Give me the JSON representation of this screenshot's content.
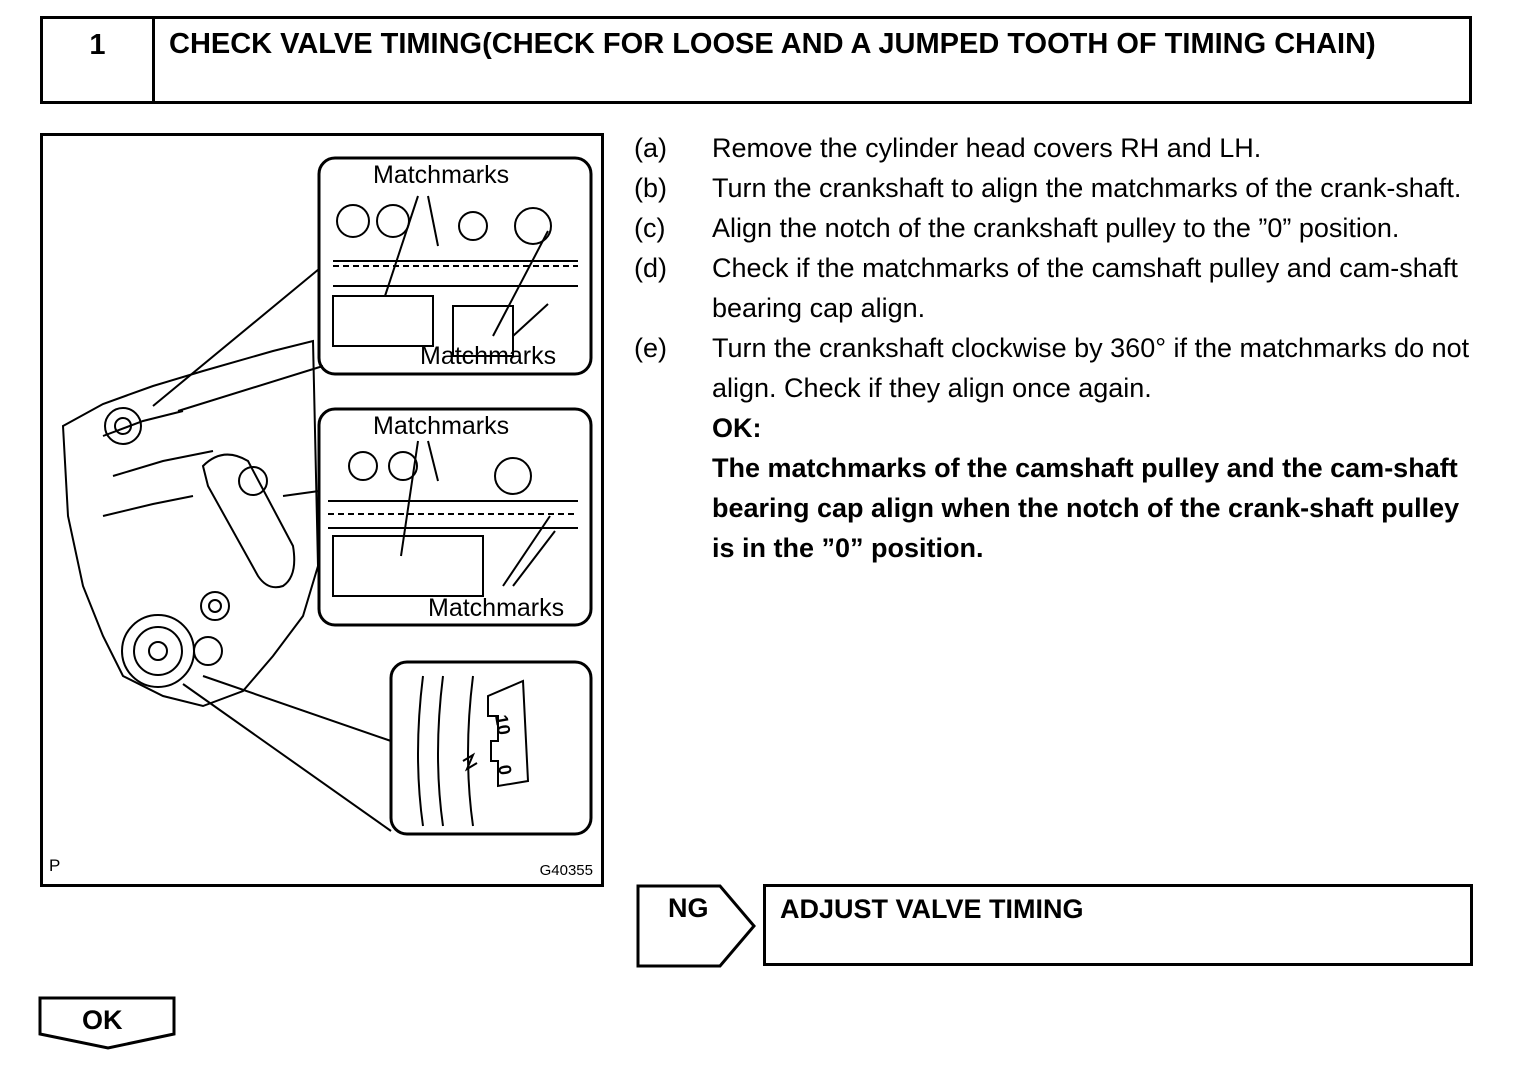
{
  "step": {
    "number": "1",
    "title": "CHECK VALVE TIMING(CHECK FOR LOOSE AND A JUMPED TOOTH OF TIMING CHAIN)"
  },
  "figure": {
    "callouts": {
      "top_upper": "Matchmarks",
      "top_lower": "Matchmarks",
      "mid_upper": "Matchmarks",
      "mid_lower": "Matchmarks"
    },
    "pulley_marks": [
      "10",
      "0"
    ],
    "corner_label": "P",
    "code": "G40355"
  },
  "instructions": [
    {
      "letter": "(a)",
      "text": "Remove the cylinder head covers RH and LH."
    },
    {
      "letter": "(b)",
      "text": "Turn the crankshaft to align the matchmarks of the crank-shaft."
    },
    {
      "letter": "(c)",
      "text": "Align the notch of the crankshaft pulley to the ”0” position."
    },
    {
      "letter": "(d)",
      "text": "Check if the matchmarks of the camshaft pulley and cam-shaft bearing cap align."
    },
    {
      "letter": "(e)",
      "text": "Turn the crankshaft clockwise by 360° if the matchmarks do not align. Check if they align once again."
    }
  ],
  "ok_criteria": {
    "label": "OK:",
    "text": "The matchmarks of the camshaft pulley and the cam-shaft bearing cap align when the notch of the crank-shaft pulley is in the ”0” position."
  },
  "ng_result": {
    "label": "NG",
    "action": "ADJUST VALVE TIMING"
  },
  "ok_result": {
    "label": "OK"
  }
}
